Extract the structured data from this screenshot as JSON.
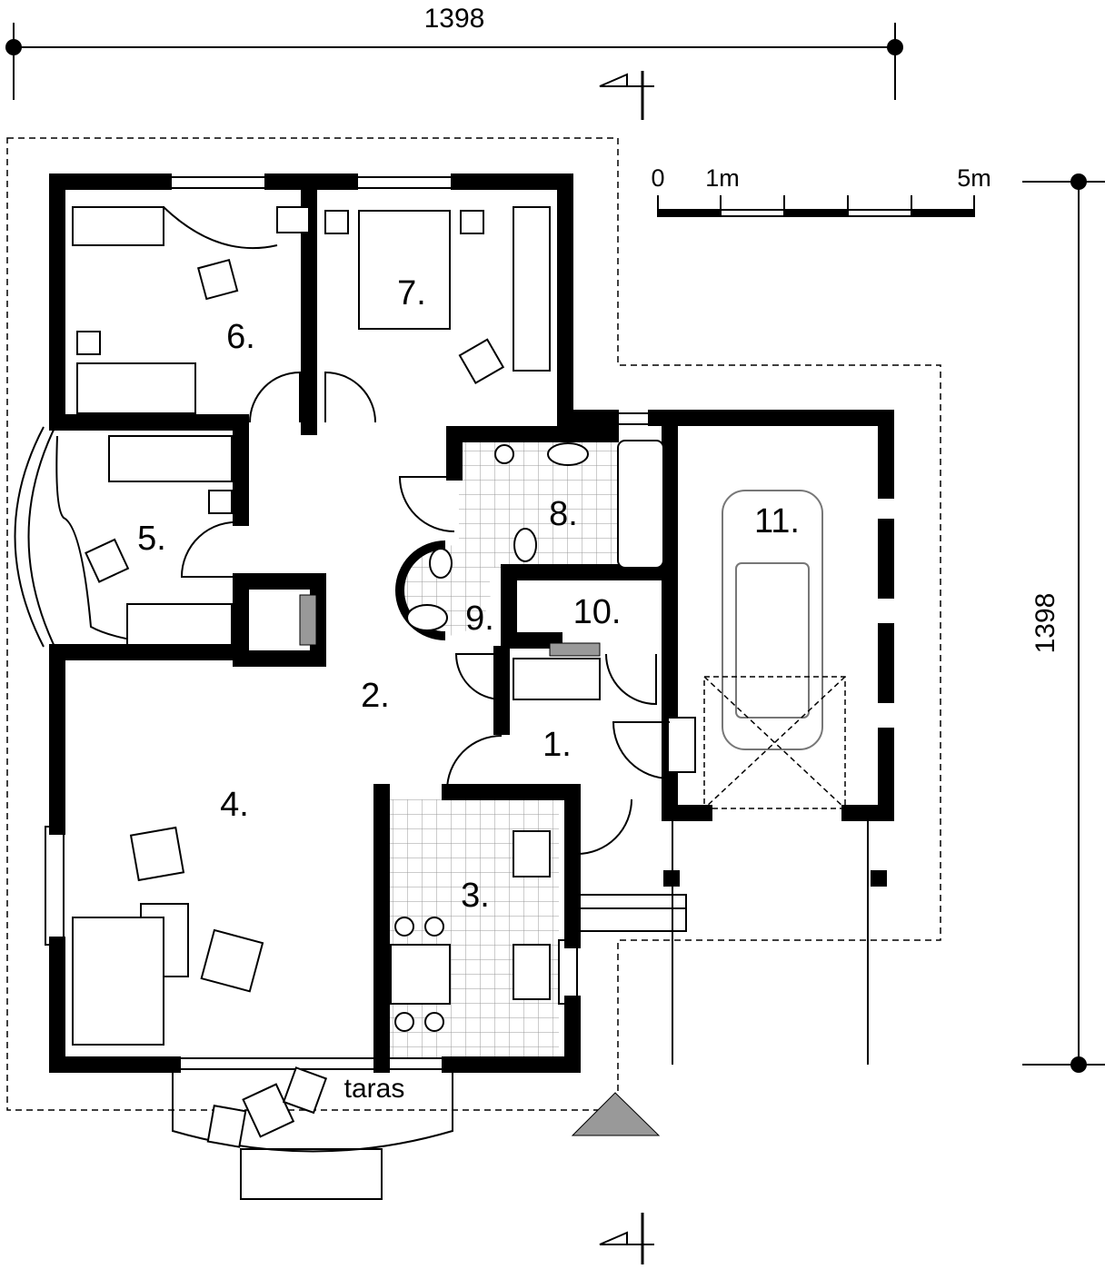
{
  "dimensions": {
    "top": "1398",
    "right": "1398"
  },
  "scale": {
    "zero": "0",
    "one": "1m",
    "five": "5m"
  },
  "rooms": {
    "r1": "1.",
    "r2": "2.",
    "r3": "3.",
    "r4": "4.",
    "r5": "5.",
    "r6": "6.",
    "r7": "7.",
    "r8": "8.",
    "r9": "9.",
    "r10": "10.",
    "r11": "11."
  },
  "terrace": "taras",
  "colors": {
    "walls": "#000000",
    "entrance_marker": "#999999"
  }
}
